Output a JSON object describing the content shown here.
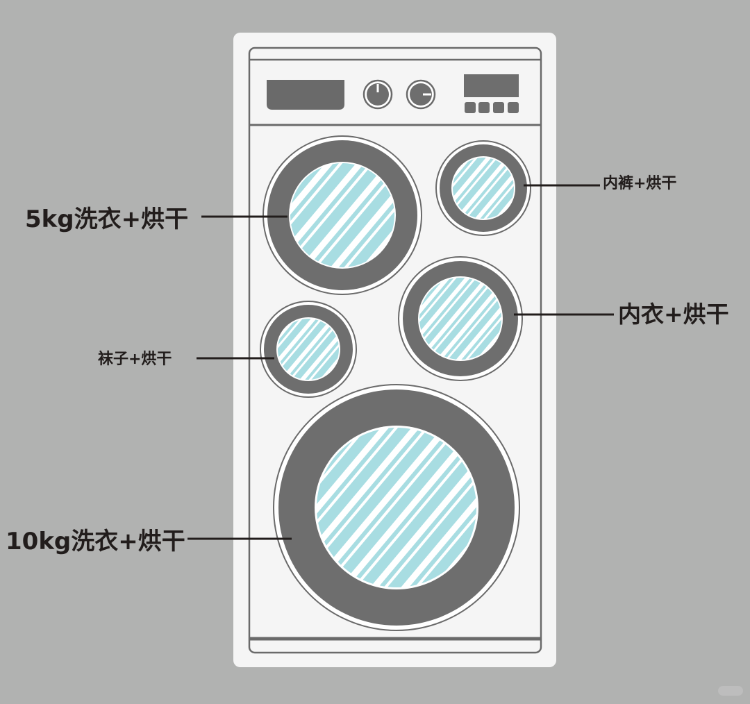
{
  "labels": {
    "drum_5kg": "5kg洗衣+烘干",
    "drum_underpants": "内裤+烘干",
    "drum_underwear": "内衣+烘干",
    "drum_socks": "袜子+烘干",
    "drum_10kg": "10kg洗衣+烘干"
  },
  "colors": {
    "background": "#b1b2b1",
    "cabinet": "#f4f4f4",
    "drum_ring": "#6e6e6e",
    "glass": "#a8dde2",
    "glass_stripe": "#ffffff",
    "label_text": "#221d1c"
  }
}
